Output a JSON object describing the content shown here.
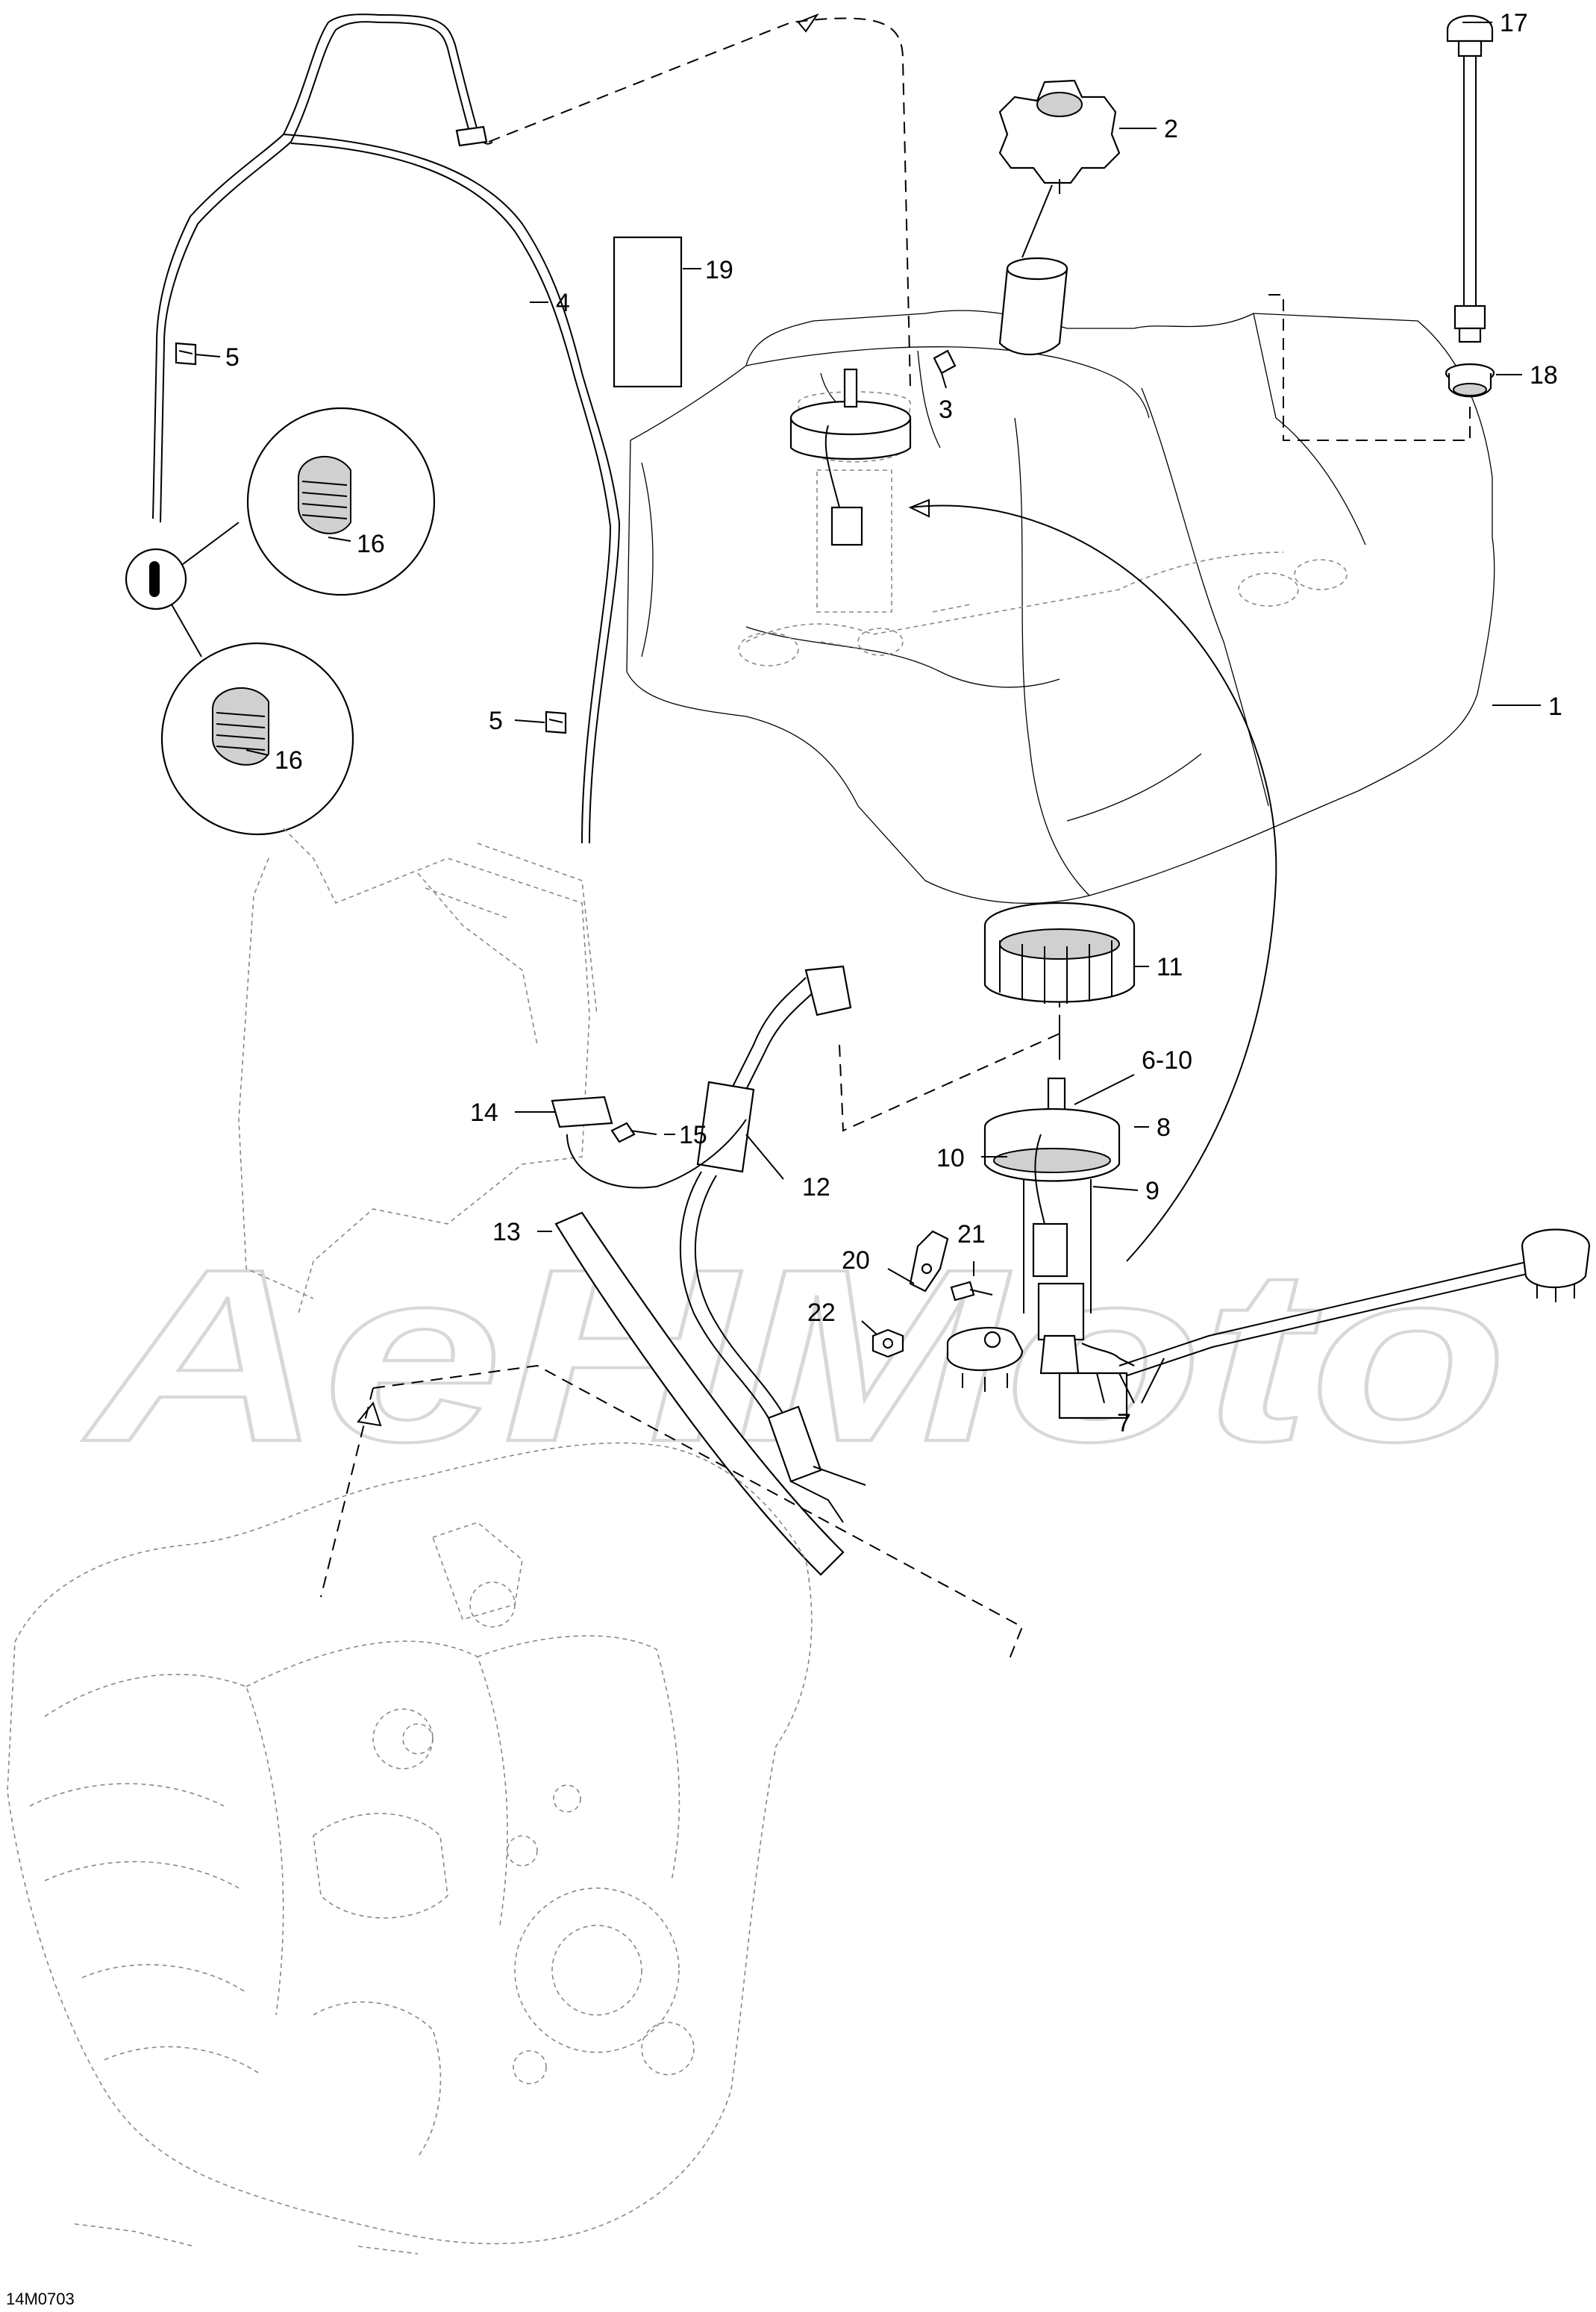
{
  "drawing_code": "14M0703",
  "watermark": "AeHMoto",
  "callouts": [
    {
      "id": "c1",
      "label": "1"
    },
    {
      "id": "c2",
      "label": "2"
    },
    {
      "id": "c3",
      "label": "3"
    },
    {
      "id": "c4",
      "label": "4"
    },
    {
      "id": "c5a",
      "label": "5"
    },
    {
      "id": "c5b",
      "label": "5"
    },
    {
      "id": "c6_10",
      "label": "6-10"
    },
    {
      "id": "c7",
      "label": "7"
    },
    {
      "id": "c8",
      "label": "8"
    },
    {
      "id": "c9",
      "label": "9"
    },
    {
      "id": "c10",
      "label": "10"
    },
    {
      "id": "c11",
      "label": "11"
    },
    {
      "id": "c12",
      "label": "12"
    },
    {
      "id": "c13",
      "label": "13"
    },
    {
      "id": "c14",
      "label": "14"
    },
    {
      "id": "c15",
      "label": "15"
    },
    {
      "id": "c16a",
      "label": "16"
    },
    {
      "id": "c16b",
      "label": "16"
    },
    {
      "id": "c17",
      "label": "17"
    },
    {
      "id": "c18",
      "label": "18"
    },
    {
      "id": "c19",
      "label": "19"
    },
    {
      "id": "c20",
      "label": "20"
    },
    {
      "id": "c21",
      "label": "21"
    },
    {
      "id": "c22",
      "label": "22"
    }
  ]
}
